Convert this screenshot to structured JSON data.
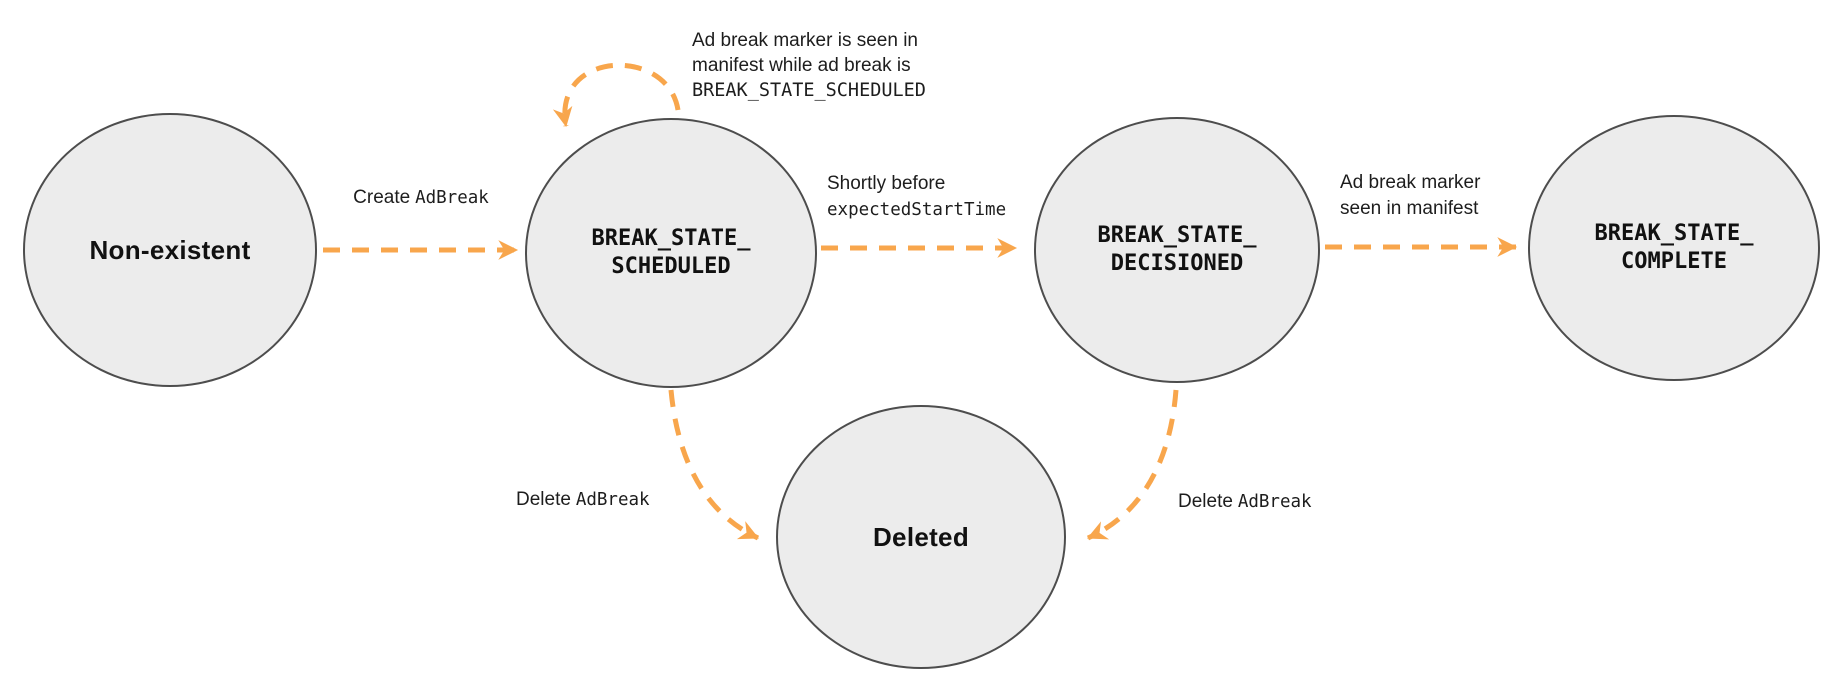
{
  "diagram": {
    "colors": {
      "accent_orange": "#F8A64C",
      "node_fill": "#ECECEC",
      "node_border": "#4D4D4D",
      "text": "#1D1D1D"
    },
    "nodes": {
      "non_existent": {
        "label": "Non-existent"
      },
      "scheduled": {
        "line1": "BREAK_STATE_",
        "line2": "SCHEDULED"
      },
      "decisioned": {
        "line1": "BREAK_STATE_",
        "line2": "DECISIONED"
      },
      "complete": {
        "line1": "BREAK_STATE_",
        "line2": "COMPLETE"
      },
      "deleted": {
        "label": "Deleted"
      }
    },
    "edges": {
      "create": {
        "text": "Create",
        "code": "AdBreak"
      },
      "self_loop": {
        "line1": "Ad break marker is seen in",
        "line2": "manifest while ad break is",
        "code": "BREAK_STATE_SCHEDULED"
      },
      "shortly": {
        "line1": "Shortly before",
        "code": "expectedStartTime"
      },
      "marker_seen": {
        "line1": "Ad break marker",
        "line2": "seen in manifest"
      },
      "delete_left": {
        "text": "Delete",
        "code": "AdBreak"
      },
      "delete_right": {
        "text": "Delete",
        "code": "AdBreak"
      }
    }
  }
}
